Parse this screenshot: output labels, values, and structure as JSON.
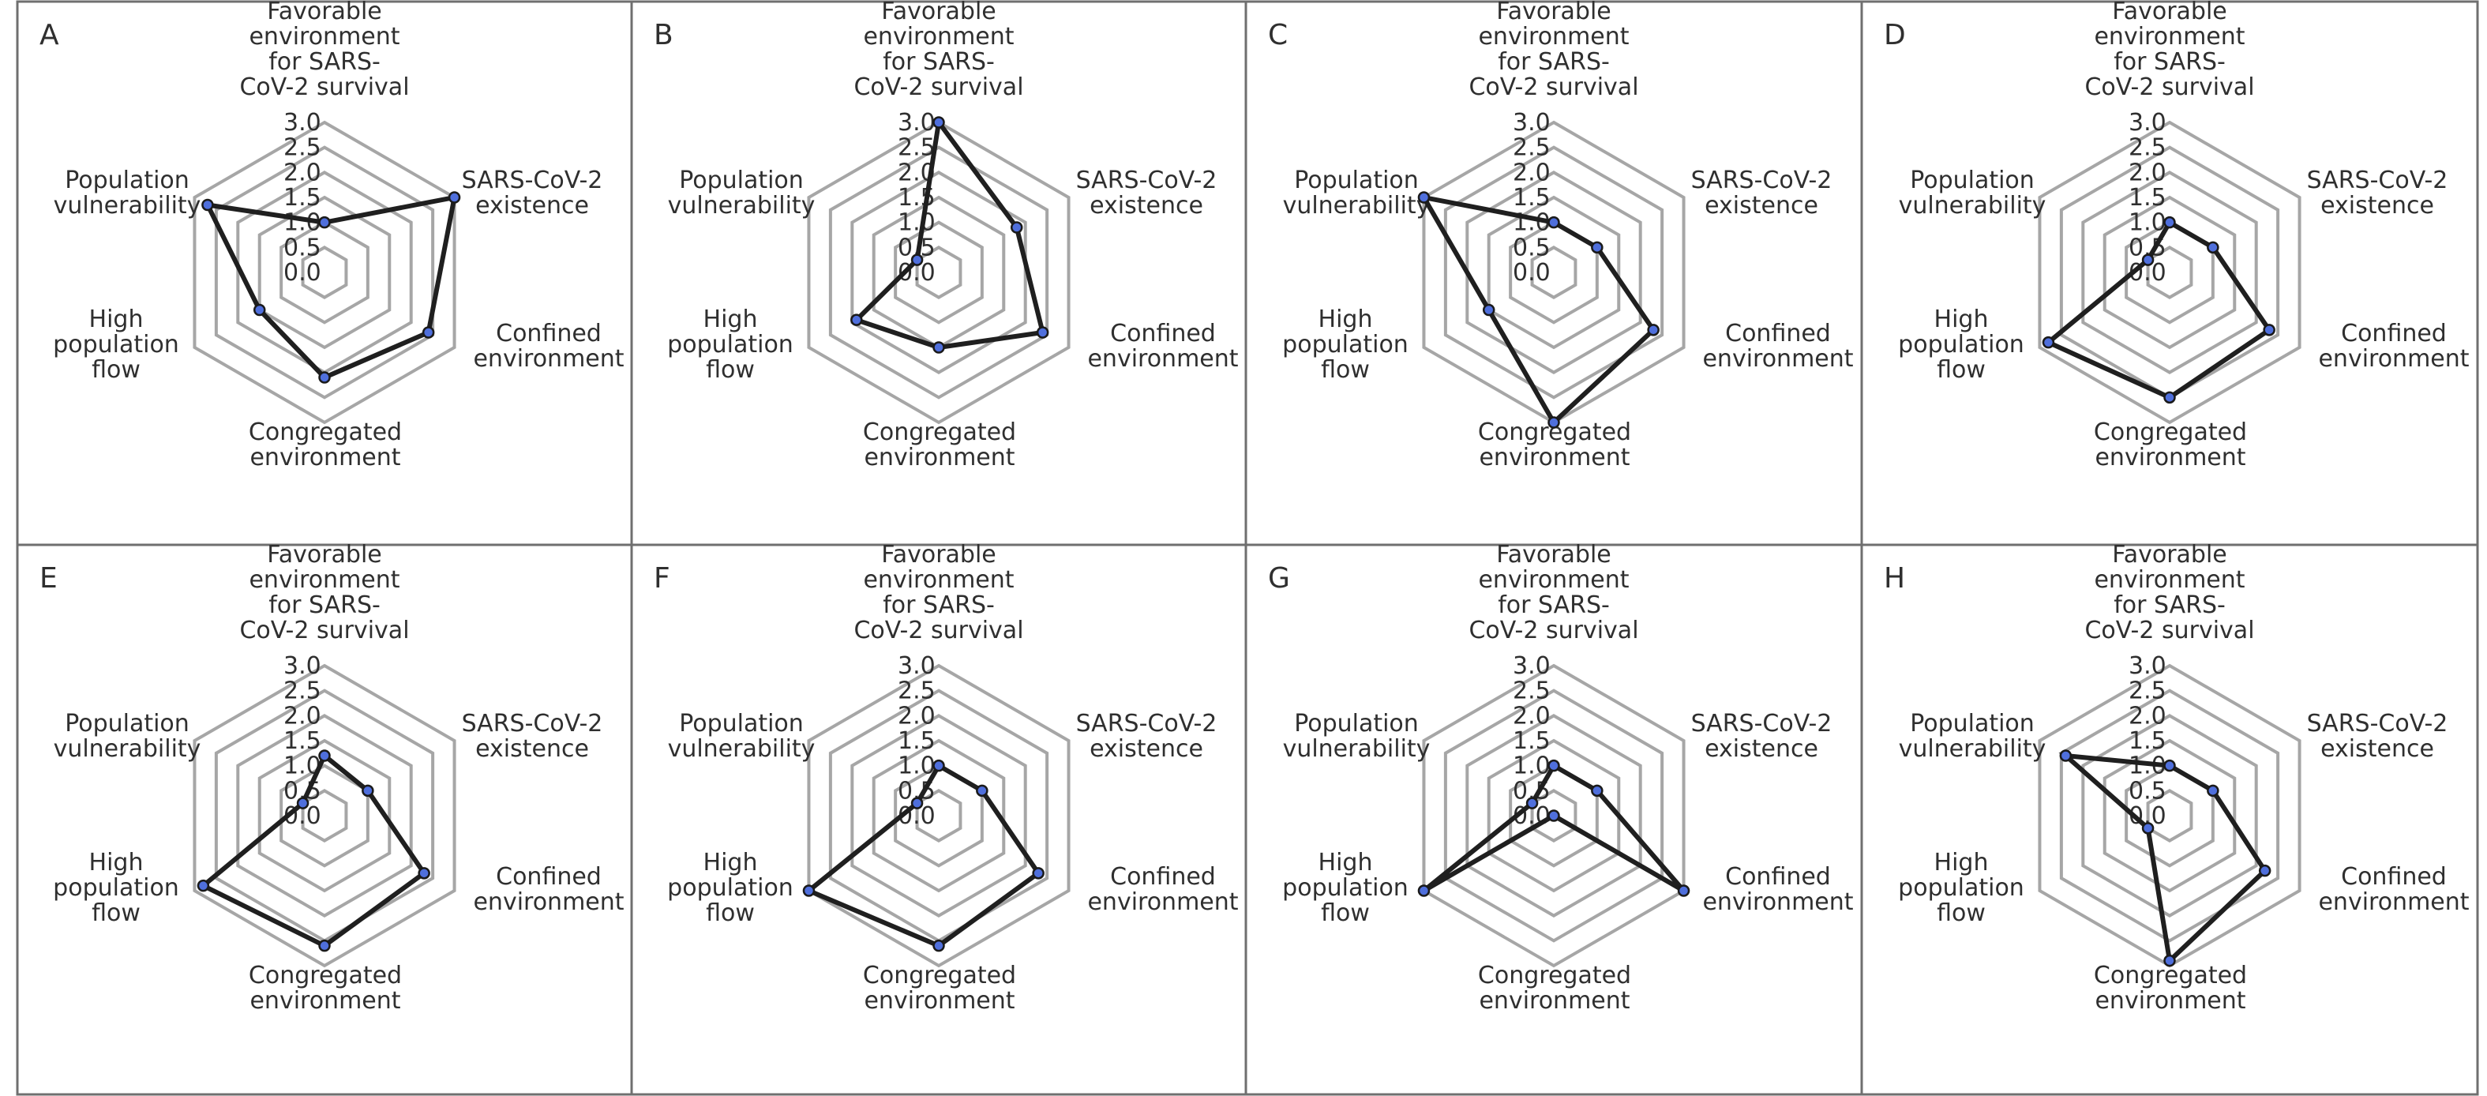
{
  "chart_data": [
    {
      "type": "radar",
      "panel_label": "A",
      "categories": [
        [
          "Favorable",
          "environment",
          "for SARS-",
          "CoV-2 survival"
        ],
        [
          "SARS-CoV-2",
          "existence"
        ],
        [
          "Confined",
          "environment"
        ],
        [
          "Congregated",
          "environment"
        ],
        [
          "High",
          "population",
          "flow"
        ],
        [
          "Population",
          "vulnerability"
        ]
      ],
      "ticks": [
        "0.0",
        "0.5",
        "1.0",
        "1.5",
        "2.0",
        "2.5",
        "3.0"
      ],
      "range": [
        0,
        3
      ],
      "values": [
        1.0,
        3.0,
        2.4,
        2.1,
        1.5,
        2.7
      ]
    },
    {
      "type": "radar",
      "panel_label": "B",
      "categories": [
        [
          "Favorable",
          "environment",
          "for SARS-",
          "CoV-2 survival"
        ],
        [
          "SARS-CoV-2",
          "existence"
        ],
        [
          "Confined",
          "environment"
        ],
        [
          "Congregated",
          "environment"
        ],
        [
          "High",
          "population",
          "flow"
        ],
        [
          "Population",
          "vulnerability"
        ]
      ],
      "ticks": [
        "0.0",
        "0.5",
        "1.0",
        "1.5",
        "2.0",
        "2.5",
        "3.0"
      ],
      "range": [
        0,
        3
      ],
      "values": [
        3.0,
        1.8,
        2.4,
        1.5,
        1.9,
        0.5
      ]
    },
    {
      "type": "radar",
      "panel_label": "C",
      "categories": [
        [
          "Favorable",
          "environment",
          "for SARS-",
          "CoV-2 survival"
        ],
        [
          "SARS-CoV-2",
          "existence"
        ],
        [
          "Confined",
          "environment"
        ],
        [
          "Congregated",
          "environment"
        ],
        [
          "High",
          "population",
          "flow"
        ],
        [
          "Population",
          "vulnerability"
        ]
      ],
      "ticks": [
        "0.0",
        "0.5",
        "1.0",
        "1.5",
        "2.0",
        "2.5",
        "3.0"
      ],
      "range": [
        0,
        3
      ],
      "values": [
        1.0,
        1.0,
        2.3,
        3.0,
        1.5,
        3.0
      ]
    },
    {
      "type": "radar",
      "panel_label": "D",
      "categories": [
        [
          "Favorable",
          "environment",
          "for SARS-",
          "CoV-2 survival"
        ],
        [
          "SARS-CoV-2",
          "existence"
        ],
        [
          "Confined",
          "environment"
        ],
        [
          "Congregated",
          "environment"
        ],
        [
          "High",
          "population",
          "flow"
        ],
        [
          "Population",
          "vulnerability"
        ]
      ],
      "ticks": [
        "0.0",
        "0.5",
        "1.0",
        "1.5",
        "2.0",
        "2.5",
        "3.0"
      ],
      "range": [
        0,
        3
      ],
      "values": [
        1.0,
        1.0,
        2.3,
        2.5,
        2.8,
        0.5
      ]
    },
    {
      "type": "radar",
      "panel_label": "E",
      "categories": [
        [
          "Favorable",
          "environment",
          "for SARS-",
          "CoV-2 survival"
        ],
        [
          "SARS-CoV-2",
          "existence"
        ],
        [
          "Confined",
          "environment"
        ],
        [
          "Congregated",
          "environment"
        ],
        [
          "High",
          "population",
          "flow"
        ],
        [
          "Population",
          "vulnerability"
        ]
      ],
      "ticks": [
        "0.0",
        "0.5",
        "1.0",
        "1.5",
        "2.0",
        "2.5",
        "3.0"
      ],
      "range": [
        0,
        3
      ],
      "values": [
        1.2,
        1.0,
        2.3,
        2.6,
        2.8,
        0.5
      ]
    },
    {
      "type": "radar",
      "panel_label": "F",
      "categories": [
        [
          "Favorable",
          "environment",
          "for SARS-",
          "CoV-2 survival"
        ],
        [
          "SARS-CoV-2",
          "existence"
        ],
        [
          "Confined",
          "environment"
        ],
        [
          "Congregated",
          "environment"
        ],
        [
          "High",
          "population",
          "flow"
        ],
        [
          "Population",
          "vulnerability"
        ]
      ],
      "ticks": [
        "0.0",
        "0.5",
        "1.0",
        "1.5",
        "2.0",
        "2.5",
        "3.0"
      ],
      "range": [
        0,
        3
      ],
      "values": [
        1.0,
        1.0,
        2.3,
        2.6,
        3.0,
        0.5
      ]
    },
    {
      "type": "radar",
      "panel_label": "G",
      "categories": [
        [
          "Favorable",
          "environment",
          "for SARS-",
          "CoV-2 survival"
        ],
        [
          "SARS-CoV-2",
          "existence"
        ],
        [
          "Confined",
          "environment"
        ],
        [
          "Congregated",
          "environment"
        ],
        [
          "High",
          "population",
          "flow"
        ],
        [
          "Population",
          "vulnerability"
        ]
      ],
      "ticks": [
        "0.0",
        "0.5",
        "1.0",
        "1.5",
        "2.0",
        "2.5",
        "3.0"
      ],
      "range": [
        0,
        3
      ],
      "values": [
        1.0,
        1.0,
        3.0,
        0.0,
        3.0,
        0.5
      ]
    },
    {
      "type": "radar",
      "panel_label": "H",
      "categories": [
        [
          "Favorable",
          "environment",
          "for SARS-",
          "CoV-2 survival"
        ],
        [
          "SARS-CoV-2",
          "existence"
        ],
        [
          "Confined",
          "environment"
        ],
        [
          "Congregated",
          "environment"
        ],
        [
          "High",
          "population",
          "flow"
        ],
        [
          "Population",
          "vulnerability"
        ]
      ],
      "ticks": [
        "0.0",
        "0.5",
        "1.0",
        "1.5",
        "2.0",
        "2.5",
        "3.0"
      ],
      "range": [
        0,
        3
      ],
      "values": [
        1.0,
        1.0,
        2.2,
        2.9,
        0.5,
        2.4
      ]
    }
  ]
}
